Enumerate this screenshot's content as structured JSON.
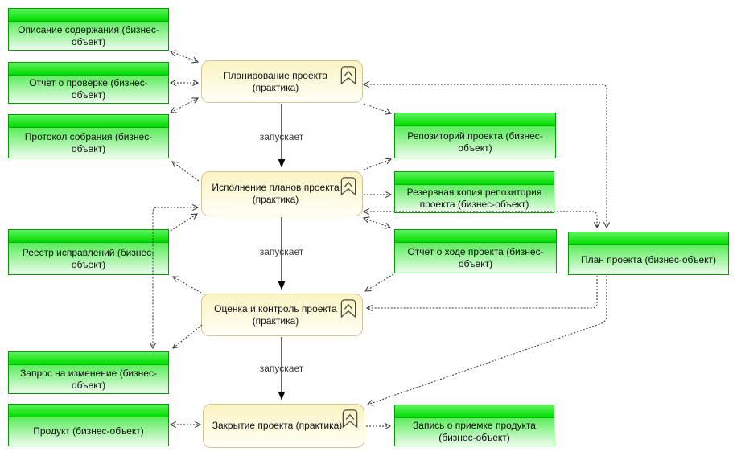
{
  "diagram": {
    "title": "Project management practices and business objects",
    "language": "ru",
    "trigger_label": "запускает",
    "colors": {
      "background": "#ffffff",
      "object_band_top": "#5df25d",
      "object_band_bottom": "#00dc00",
      "object_fill_top": "#1fe41f",
      "object_fill_bottom": "#eefbee",
      "object_border": "#009c00",
      "practice_fill_top": "#fbf3c2",
      "practice_fill_bottom": "#fffff6",
      "practice_border": "#cdc795",
      "connector": "#2b2b2b",
      "trigger_line": "#000000",
      "text": "#111111"
    },
    "practices": [
      {
        "id": "project-planning",
        "label": "Планирование проекта (практика)"
      },
      {
        "id": "plan-execution",
        "label": "Исполнение планов проекта (практика)"
      },
      {
        "id": "assessment-control",
        "label": "Оценка и контроль проекта (практика)"
      },
      {
        "id": "project-closure",
        "label": "Закрытие проекта (практика)"
      }
    ],
    "business_objects": [
      {
        "id": "content-description",
        "label": "Описание содержания (бизнес-объект)"
      },
      {
        "id": "review-report",
        "label": "Отчет о проверке (бизнес-объект)"
      },
      {
        "id": "meeting-minutes",
        "label": "Протокол собрания (бизнес-объект)"
      },
      {
        "id": "project-repository",
        "label": "Репозиторий проекта (бизнес-объект)"
      },
      {
        "id": "repository-backup",
        "label": "Резервная копия репозитория проекта (бизнес-объект)"
      },
      {
        "id": "corrections-register",
        "label": "Реестр исправлений (бизнес-объект)"
      },
      {
        "id": "progress-report",
        "label": "Отчет о ходе проекта (бизнес-объект)"
      },
      {
        "id": "project-plan",
        "label": "План проекта (бизнес-объект)"
      },
      {
        "id": "change-request",
        "label": "Запрос на изменение (бизнес-объект)"
      },
      {
        "id": "product",
        "label": "Продукт (бизнес-объект)"
      },
      {
        "id": "acceptance-record",
        "label": "Запись о приемке продукта (бизнес-объект)"
      }
    ],
    "relations": [
      {
        "from": "content-description",
        "to": "project-planning",
        "style": "dotted",
        "arrows": "both"
      },
      {
        "from": "review-report",
        "to": "project-planning",
        "style": "dotted",
        "arrows": "both"
      },
      {
        "from": "project-planning",
        "to": "meeting-minutes",
        "style": "dotted",
        "arrows": "both"
      },
      {
        "from": "project-planning",
        "to": "project-repository",
        "style": "dotted",
        "arrows": "end"
      },
      {
        "from": "project-planning",
        "to": "project-plan",
        "style": "dotted",
        "arrows": "both"
      },
      {
        "from": "plan-execution",
        "to": "project-repository",
        "style": "dotted",
        "arrows": "end"
      },
      {
        "from": "plan-execution",
        "to": "repository-backup",
        "style": "dotted",
        "arrows": "end"
      },
      {
        "from": "plan-execution",
        "to": "project-plan",
        "style": "dotted",
        "arrows": "both"
      },
      {
        "from": "plan-execution",
        "to": "progress-report",
        "style": "dotted",
        "arrows": "both"
      },
      {
        "from": "plan-execution",
        "to": "meeting-minutes",
        "style": "dotted",
        "arrows": "end"
      },
      {
        "from": "corrections-register",
        "to": "plan-execution",
        "style": "dotted",
        "arrows": "end"
      },
      {
        "from": "plan-execution",
        "to": "change-request",
        "style": "dotted",
        "arrows": "both"
      },
      {
        "from": "progress-report",
        "to": "assessment-control",
        "style": "dotted",
        "arrows": "end"
      },
      {
        "from": "project-plan",
        "to": "assessment-control",
        "style": "dotted",
        "arrows": "end"
      },
      {
        "from": "project-plan",
        "to": "project-closure",
        "style": "dotted",
        "arrows": "end"
      },
      {
        "from": "assessment-control",
        "to": "corrections-register",
        "style": "dotted",
        "arrows": "end"
      },
      {
        "from": "assessment-control",
        "to": "change-request",
        "style": "dotted",
        "arrows": "end"
      },
      {
        "from": "product",
        "to": "project-closure",
        "style": "dotted",
        "arrows": "both"
      },
      {
        "from": "project-closure",
        "to": "acceptance-record",
        "style": "dotted",
        "arrows": "end"
      },
      {
        "from": "project-planning",
        "to": "plan-execution",
        "style": "solid",
        "arrows": "end",
        "label": "запускает"
      },
      {
        "from": "plan-execution",
        "to": "assessment-control",
        "style": "solid",
        "arrows": "end",
        "label": "запускает"
      },
      {
        "from": "assessment-control",
        "to": "project-closure",
        "style": "solid",
        "arrows": "end",
        "label": "запускает"
      }
    ]
  }
}
